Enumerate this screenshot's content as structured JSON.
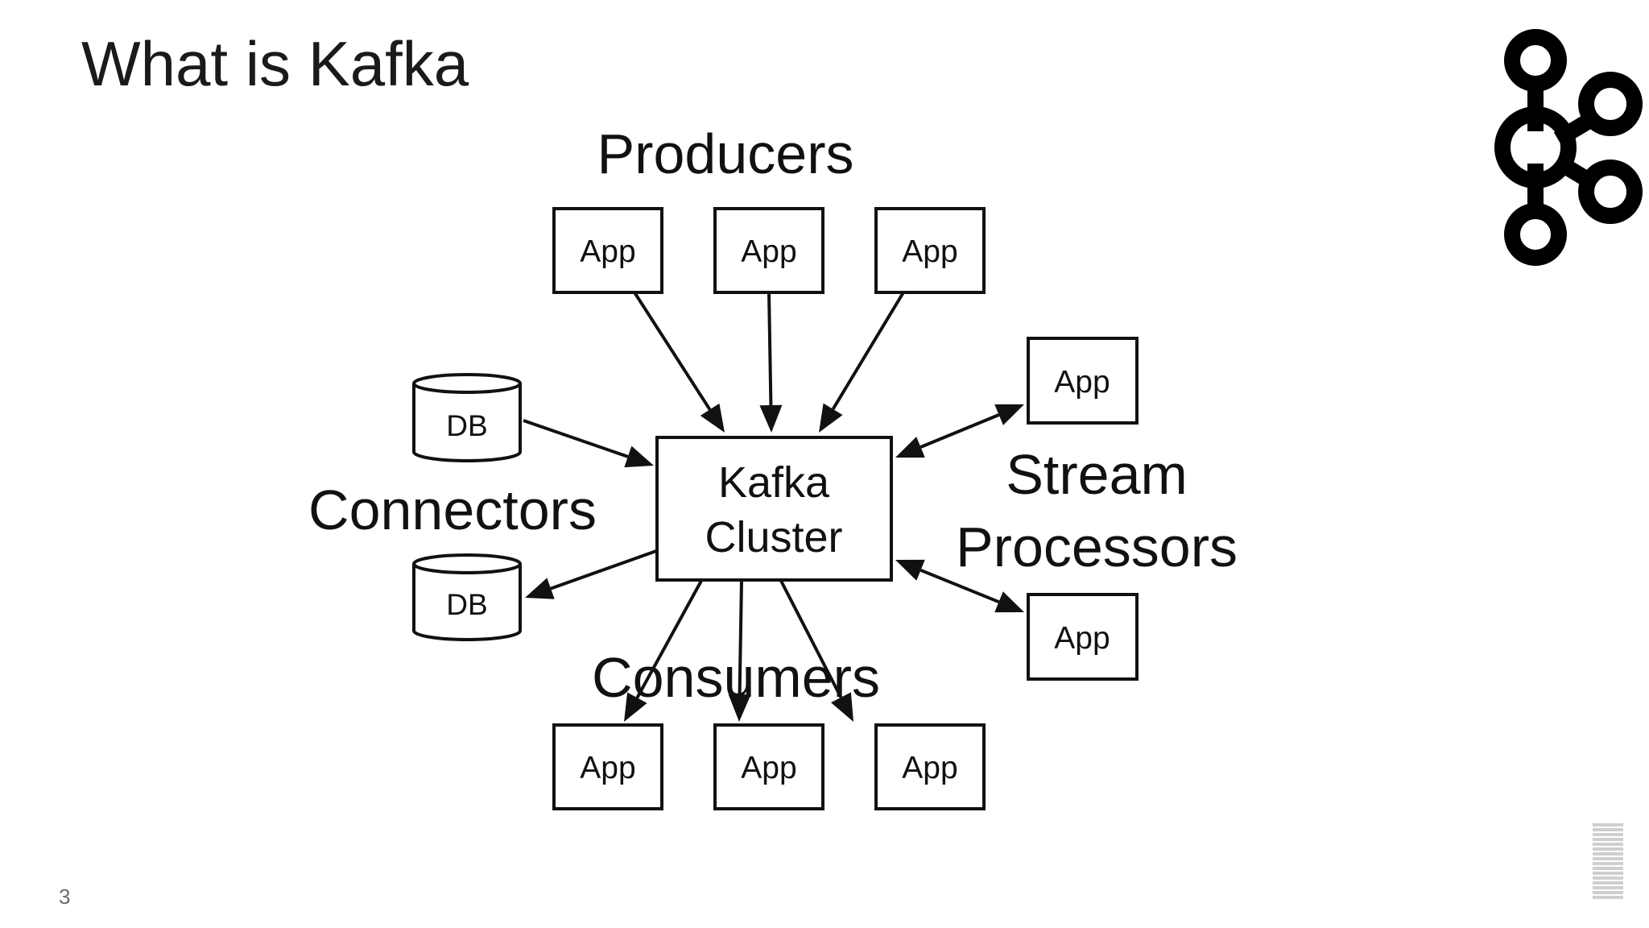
{
  "slide": {
    "title": "What is Kafka",
    "page_number": "3",
    "brand_logo": "kafka-logo-icon",
    "footer_logo": "ibm-logo-icon"
  },
  "diagram": {
    "center": {
      "id": "kafka",
      "line1": "Kafka",
      "line2": "Cluster"
    },
    "groups": {
      "producers": "Producers",
      "consumers": "Consumers",
      "connectors": "Connectors",
      "stream_line1": "Stream",
      "stream_line2": "Processors"
    },
    "producers": [
      {
        "id": "p1",
        "label": "App"
      },
      {
        "id": "p2",
        "label": "App"
      },
      {
        "id": "p3",
        "label": "App"
      }
    ],
    "consumers": [
      {
        "id": "c1",
        "label": "App"
      },
      {
        "id": "c2",
        "label": "App"
      },
      {
        "id": "c3",
        "label": "App"
      }
    ],
    "stream_processors": [
      {
        "id": "s1",
        "label": "App"
      },
      {
        "id": "s2",
        "label": "App"
      }
    ],
    "connectors": [
      {
        "id": "db1",
        "label": "DB"
      },
      {
        "id": "db2",
        "label": "DB"
      }
    ],
    "edges": [
      {
        "from": "p1",
        "to": "kafka",
        "direction": "forward"
      },
      {
        "from": "p2",
        "to": "kafka",
        "direction": "forward"
      },
      {
        "from": "p3",
        "to": "kafka",
        "direction": "forward"
      },
      {
        "from": "kafka",
        "to": "c1",
        "direction": "forward"
      },
      {
        "from": "kafka",
        "to": "c2",
        "direction": "forward"
      },
      {
        "from": "kafka",
        "to": "c3",
        "direction": "forward"
      },
      {
        "from": "db1",
        "to": "kafka",
        "direction": "forward"
      },
      {
        "from": "kafka",
        "to": "db2",
        "direction": "forward"
      },
      {
        "from": "kafka",
        "to": "s1",
        "direction": "both"
      },
      {
        "from": "kafka",
        "to": "s2",
        "direction": "both"
      }
    ]
  }
}
